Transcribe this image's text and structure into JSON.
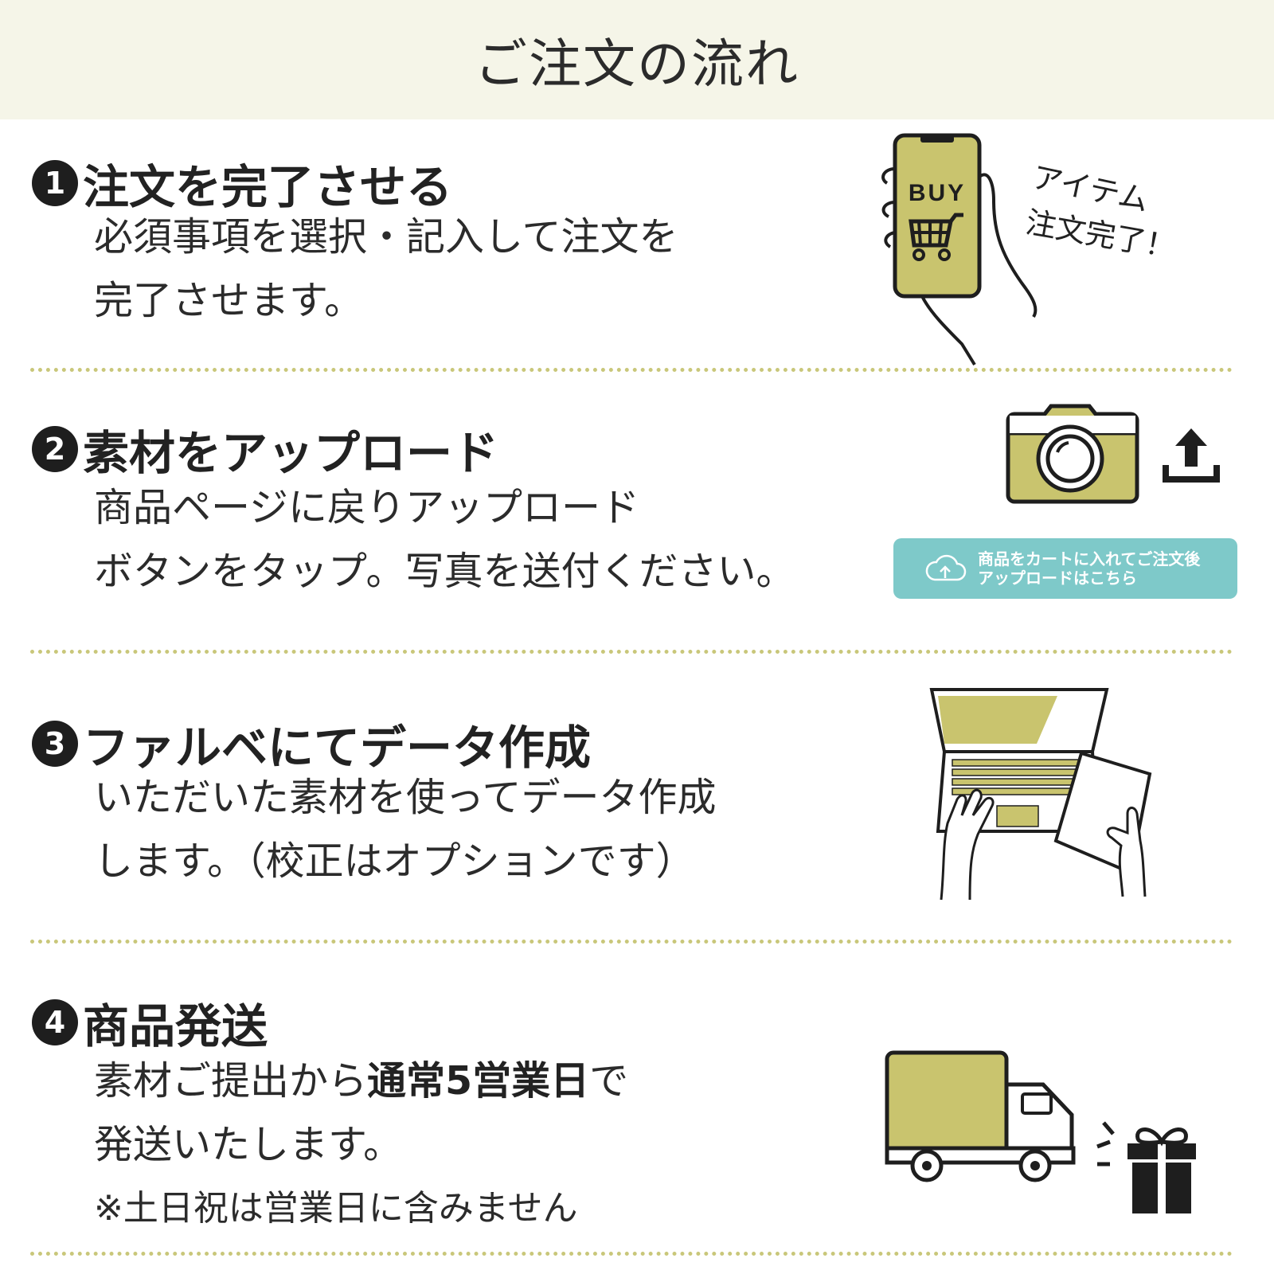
{
  "header": {
    "title": "ご注文の流れ"
  },
  "steps": [
    {
      "number": "1",
      "title": "注文を完了させる",
      "lines": [
        "必須事項を選択・記入して注文を",
        "完了させます。"
      ],
      "illustration": "phone-buy-icon",
      "caption_lines": [
        "アイテム",
        "注文完了！"
      ]
    },
    {
      "number": "2",
      "title": "素材をアップロード",
      "lines": [
        "商品ページに戻りアップロード",
        "ボタンをタップ。写真を送付ください。"
      ],
      "illustration": "camera-upload-icon",
      "upload_button": {
        "line1": "商品をカートに入れてご注文後",
        "line2": "アップロードはこちら"
      }
    },
    {
      "number": "3",
      "title": "ファルベにてデータ作成",
      "lines": [
        "いただいた素材を使ってデータ作成",
        "します。（校正はオプションです）"
      ],
      "illustration": "laptop-icon"
    },
    {
      "number": "4",
      "title": "商品発送",
      "line1_pre": "素材ご提出から",
      "line1_bold": "通常5営業日",
      "line1_post": "で",
      "line2": "発送いたします。",
      "note": "※土日祝は営業日に含みません",
      "illustration": "truck-gift-icon"
    }
  ],
  "colors": {
    "accent": "#c9c46e",
    "header_bg": "#f5f5e8",
    "button": "#7ec9c9",
    "divider": "#c9c77a"
  }
}
